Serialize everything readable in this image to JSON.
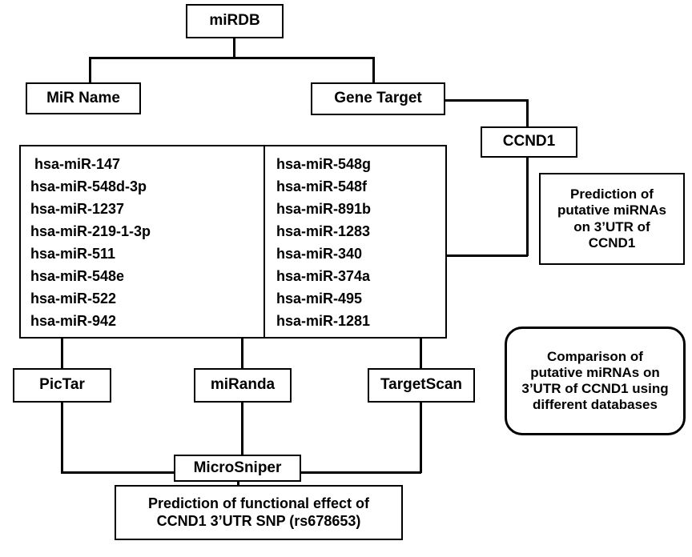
{
  "diagram": {
    "title": "miRDB target prediction and SNP functional effect workflow",
    "type": "flowchart",
    "line_color": "#000000",
    "box_border_color": "#000000",
    "background_color": "#ffffff"
  },
  "nodes": {
    "mirdb": {
      "label": "miRDB"
    },
    "mir_name": {
      "label": "MiR Name"
    },
    "gene_target": {
      "label": "Gene Target"
    },
    "ccnd1": {
      "label": "CCND1"
    },
    "prediction_putative": {
      "lines": [
        "Prediction of",
        "putative miRNAs",
        "on 3’UTR of",
        "CCND1"
      ]
    },
    "comparison": {
      "shape": "rounded",
      "lines": [
        "Comparison of",
        "putative miRNAs on",
        "3’UTR of CCND1 using",
        "different  databases"
      ]
    },
    "pictar": {
      "label": "PicTar"
    },
    "miranda": {
      "label": "miRanda"
    },
    "targetscan": {
      "label": "TargetScan"
    },
    "microsniper": {
      "label": "MicroSniper"
    },
    "prediction_functional": {
      "lines": [
        "Prediction of functional effect of",
        "CCND1 3’UTR SNP (rs678653)"
      ]
    }
  },
  "mirna_list": {
    "left_column": [
      "hsa-miR-147",
      "hsa-miR-548d-3p",
      "hsa-miR-1237",
      "hsa-miR-219-1-3p",
      "hsa-miR-511",
      "hsa-miR-548e",
      "hsa-miR-522",
      "hsa-miR-942"
    ],
    "right_column": [
      "hsa-miR-548g",
      "hsa-miR-548f",
      "hsa-miR-891b",
      "hsa-miR-1283",
      "hsa-miR-340",
      "hsa-miR-374a",
      "hsa-miR-495",
      "hsa-miR-1281"
    ]
  },
  "edges": [
    {
      "from": "mirdb",
      "to": "mir_name"
    },
    {
      "from": "mirdb",
      "to": "gene_target"
    },
    {
      "from": "gene_target",
      "to": "ccnd1"
    },
    {
      "from": "ccnd1",
      "to": "mirna_list"
    },
    {
      "from": "mirna_list",
      "to": "pictar"
    },
    {
      "from": "mirna_list",
      "to": "miranda"
    },
    {
      "from": "mirna_list",
      "to": "targetscan"
    },
    {
      "from": "pictar",
      "to": "microsniper"
    },
    {
      "from": "miranda",
      "to": "microsniper"
    },
    {
      "from": "targetscan",
      "to": "microsniper"
    },
    {
      "from": "microsniper",
      "to": "prediction_functional"
    }
  ]
}
